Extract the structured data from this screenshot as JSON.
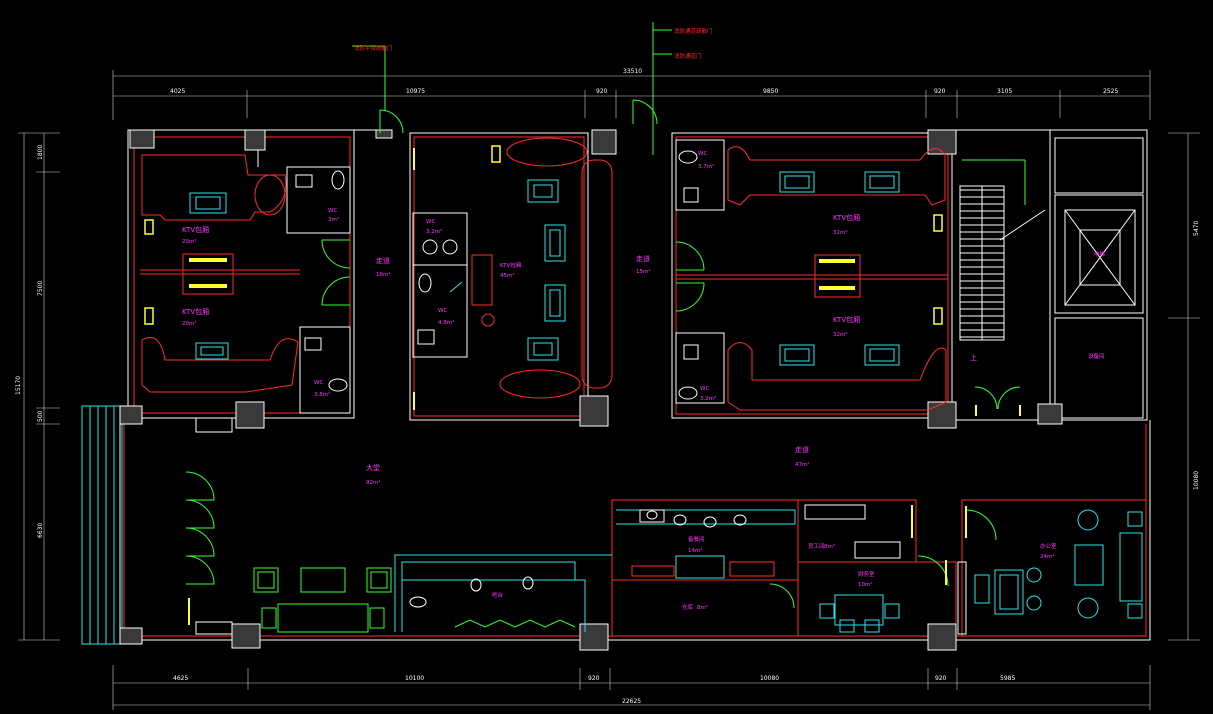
{
  "notes": {
    "fire_door_left": "消防平台疏散门",
    "fire_door_right_1": "消防通道疏散门",
    "fire_door_right_2": "消防通道门"
  },
  "dimensions": {
    "top_total": "33510",
    "top_segments": [
      "4025",
      "10975",
      "920",
      "9850",
      "920",
      "3105",
      "2525"
    ],
    "bottom_total": "22625",
    "bottom_segments": [
      "4625",
      "10100",
      "920",
      "10080",
      "920",
      "5985"
    ],
    "left_total": "15170",
    "left_segments": [
      "1800",
      "7500",
      "500",
      "6630"
    ],
    "right_segments": [
      "5470",
      "10080"
    ]
  },
  "rooms": [
    {
      "id": "ktv-1",
      "name": "KTV包厢",
      "area": "20m²"
    },
    {
      "id": "ktv-2",
      "name": "KTV包厢",
      "area": "20m²"
    },
    {
      "id": "wc-1",
      "name": "WC",
      "area": "3m²"
    },
    {
      "id": "wc-2",
      "name": "WC",
      "area": "3.8m²"
    },
    {
      "id": "corridor-1",
      "name": "走道",
      "area": "16m²"
    },
    {
      "id": "wc-3",
      "name": "WC",
      "area": "3.2m²"
    },
    {
      "id": "wc-4",
      "name": "WC",
      "area": "4.8m²"
    },
    {
      "id": "ktv-big",
      "name": "KTV包厢",
      "area": "45m²"
    },
    {
      "id": "corridor-2",
      "name": "走道",
      "area": "15m²"
    },
    {
      "id": "wc-5",
      "name": "WC",
      "area": "3.7m²"
    },
    {
      "id": "wc-6",
      "name": "WC",
      "area": "3.2m²"
    },
    {
      "id": "ktv-3",
      "name": "KTV包厢",
      "area": "32m²"
    },
    {
      "id": "ktv-4",
      "name": "KTV包厢",
      "area": "32m²"
    },
    {
      "id": "elevator",
      "name": "电梯",
      "area": ""
    },
    {
      "id": "equipment",
      "name": "设备间",
      "area": ""
    },
    {
      "id": "stair-up",
      "name": "上",
      "area": ""
    },
    {
      "id": "hall",
      "name": "大堂",
      "area": "92m²"
    },
    {
      "id": "corridor-3",
      "name": "走道",
      "area": "47m²"
    },
    {
      "id": "bar",
      "name": "吧台",
      "area": ""
    },
    {
      "id": "pantry",
      "name": "备餐间",
      "area": "14m²"
    },
    {
      "id": "storage",
      "name": "仓库",
      "area": "8m²"
    },
    {
      "id": "staff-room",
      "name": "员工间",
      "area": "8m²"
    },
    {
      "id": "finance",
      "name": "财务室",
      "area": "10m²"
    },
    {
      "id": "office",
      "name": "办公室",
      "area": "24m²"
    }
  ],
  "colors": {
    "background": "#000000",
    "wall": "#ffffff",
    "wall_hatch": "#ff2a2a",
    "furniture": "#2ee6e6",
    "door": "#33ff33",
    "door_leaf": "#ffff33",
    "label": "#ff33ff"
  }
}
